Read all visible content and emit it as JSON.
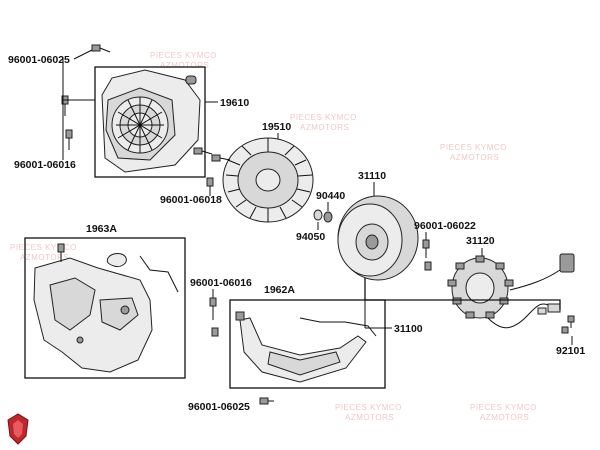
{
  "watermark": {
    "line1": "PIECES KYMCO",
    "line2": "AZMOTORS"
  },
  "labels": {
    "p96001_06025_top": "96001-06025",
    "p96001_06016_left": "96001-06016",
    "p19610": "19610",
    "p19510": "19510",
    "p96001_06018": "96001-06018",
    "p31110": "31110",
    "p90440": "90440",
    "p94050": "94050",
    "p96001_06022": "96001-06022",
    "p31120": "31120",
    "p1963A": "1963A",
    "p96001_06016_mid": "96001-06016",
    "p1962A": "1962A",
    "p31100": "31100",
    "p92101": "92101",
    "p96001_06025_bottom": "96001-06025"
  },
  "colors": {
    "line": "#111111",
    "part_fill": "#d8d8d8",
    "watermark": "#f2c8c8",
    "logo_red": "#c0272d"
  },
  "icons": {
    "brand_logo": "kymco-shield-icon"
  }
}
